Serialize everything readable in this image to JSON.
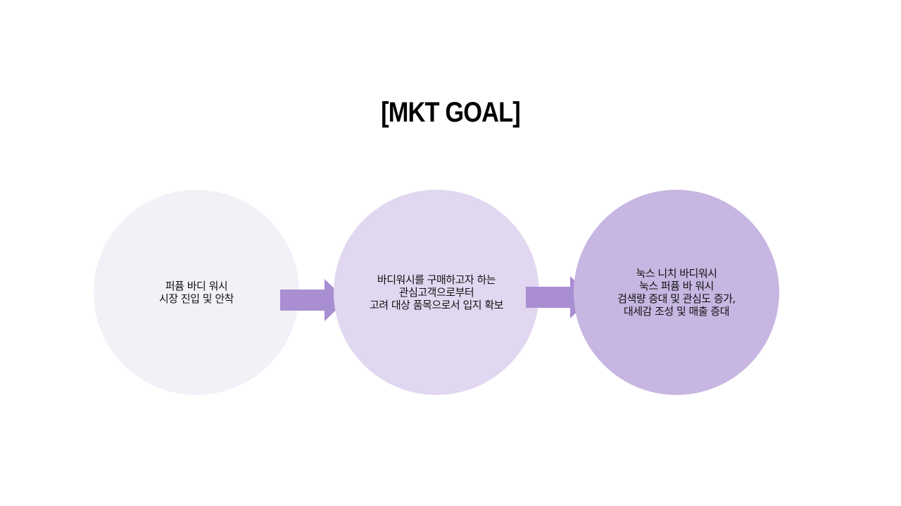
{
  "title": "[MKT GOAL]",
  "colors": {
    "circle_1": "#f3f0f8",
    "circle_2": "#e1d7f0",
    "circle_3": "#c6b6e1",
    "arrow": "#a98ed2"
  },
  "steps": [
    {
      "lines": [
        "퍼퓸 바디 워시",
        "시장 진입 및 안착"
      ]
    },
    {
      "lines": [
        "바디워시를 구매하고자 하는",
        "관심고객으로부터",
        "고려 대상 품목으로서 입지 확보"
      ]
    },
    {
      "lines": [
        "눅스 니치 바디워시",
        "눅스 퍼퓸 바 워시",
        "검색량 증대 및 관심도 증가,",
        "대세감 조성 및 매출 증대"
      ]
    }
  ]
}
